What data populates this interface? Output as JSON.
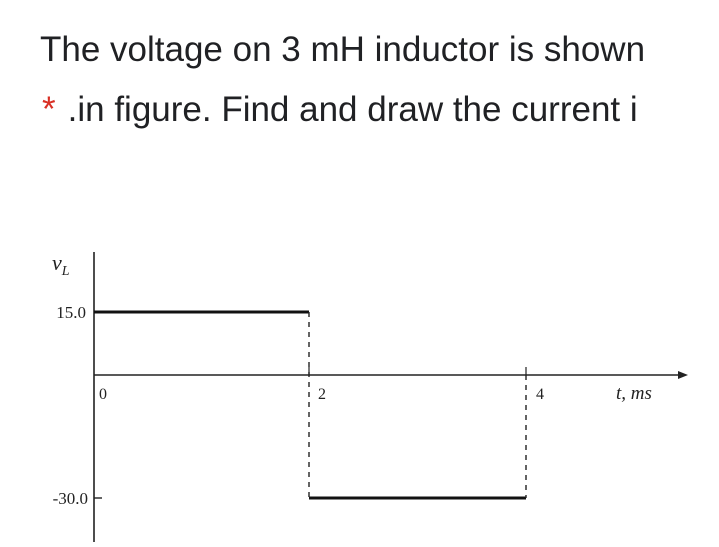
{
  "question": {
    "required_marker": "*",
    "line1": "The voltage on 3 mH inductor is shown",
    "line2": ".in figure. Find and draw the current i"
  },
  "figure": {
    "y_axis_label": "v",
    "y_axis_label_subscript": "L",
    "x_axis_label": "t, ms",
    "y_ticks": [
      "15.0",
      "-30.0"
    ],
    "x_ticks": [
      "0",
      "2",
      "4"
    ],
    "segments": [
      {
        "t_start": 0,
        "t_end": 2,
        "v": 15.0
      },
      {
        "t_start": 2,
        "t_end": 4,
        "v": -30.0
      }
    ]
  }
}
